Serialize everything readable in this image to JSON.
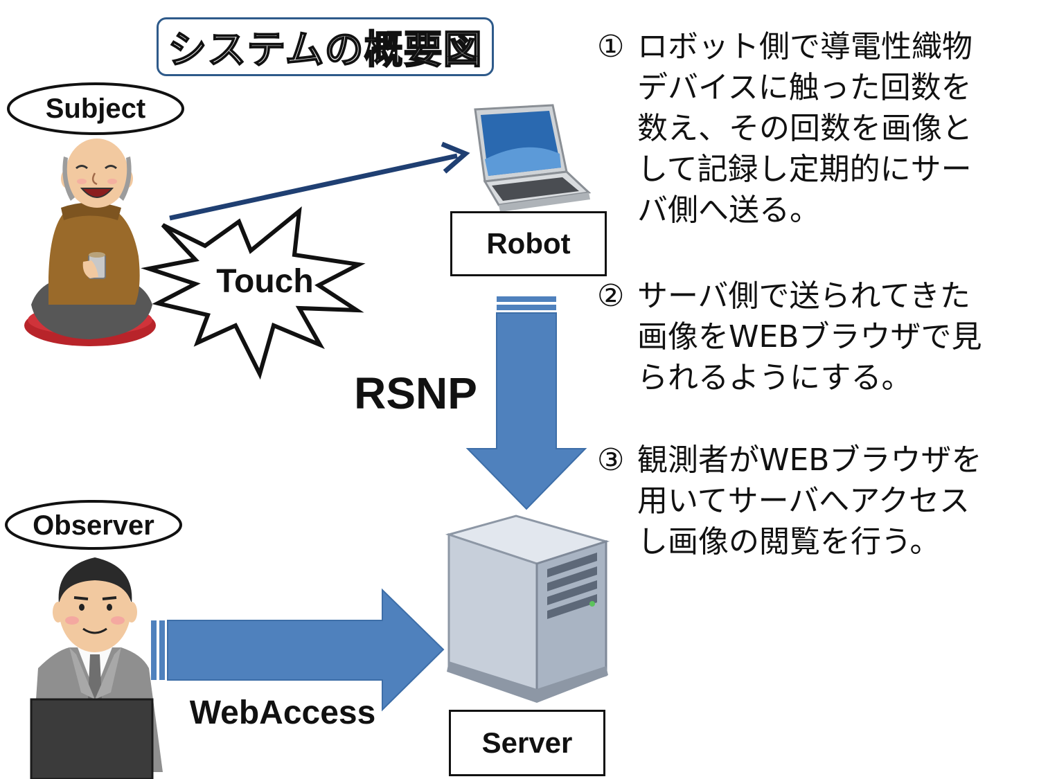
{
  "title": "システムの概要図",
  "actors": {
    "subject": "Subject",
    "observer": "Observer"
  },
  "nodes": {
    "robot": "Robot",
    "server": "Server"
  },
  "labels": {
    "touch": "Touch",
    "rsnp": "RSNP",
    "webaccess": "WebAccess"
  },
  "steps": [
    {
      "num": "①",
      "text": "ロボット側で導電性織物デバイスに触った回数を数え、その回数を画像として記録し定期的にサーバ側へ送る。"
    },
    {
      "num": "②",
      "text": "サーバ側で送られてきた画像をWEBブラウザで見られるようにする。"
    },
    {
      "num": "③",
      "text": "観測者がWEBブラウザを用いてサーバへアクセスし画像の閲覧を行う。"
    }
  ],
  "colors": {
    "arrow_fill": "#4f81bd",
    "arrow_dark": "#1f3f72",
    "title_border": "#2e5a8a"
  }
}
